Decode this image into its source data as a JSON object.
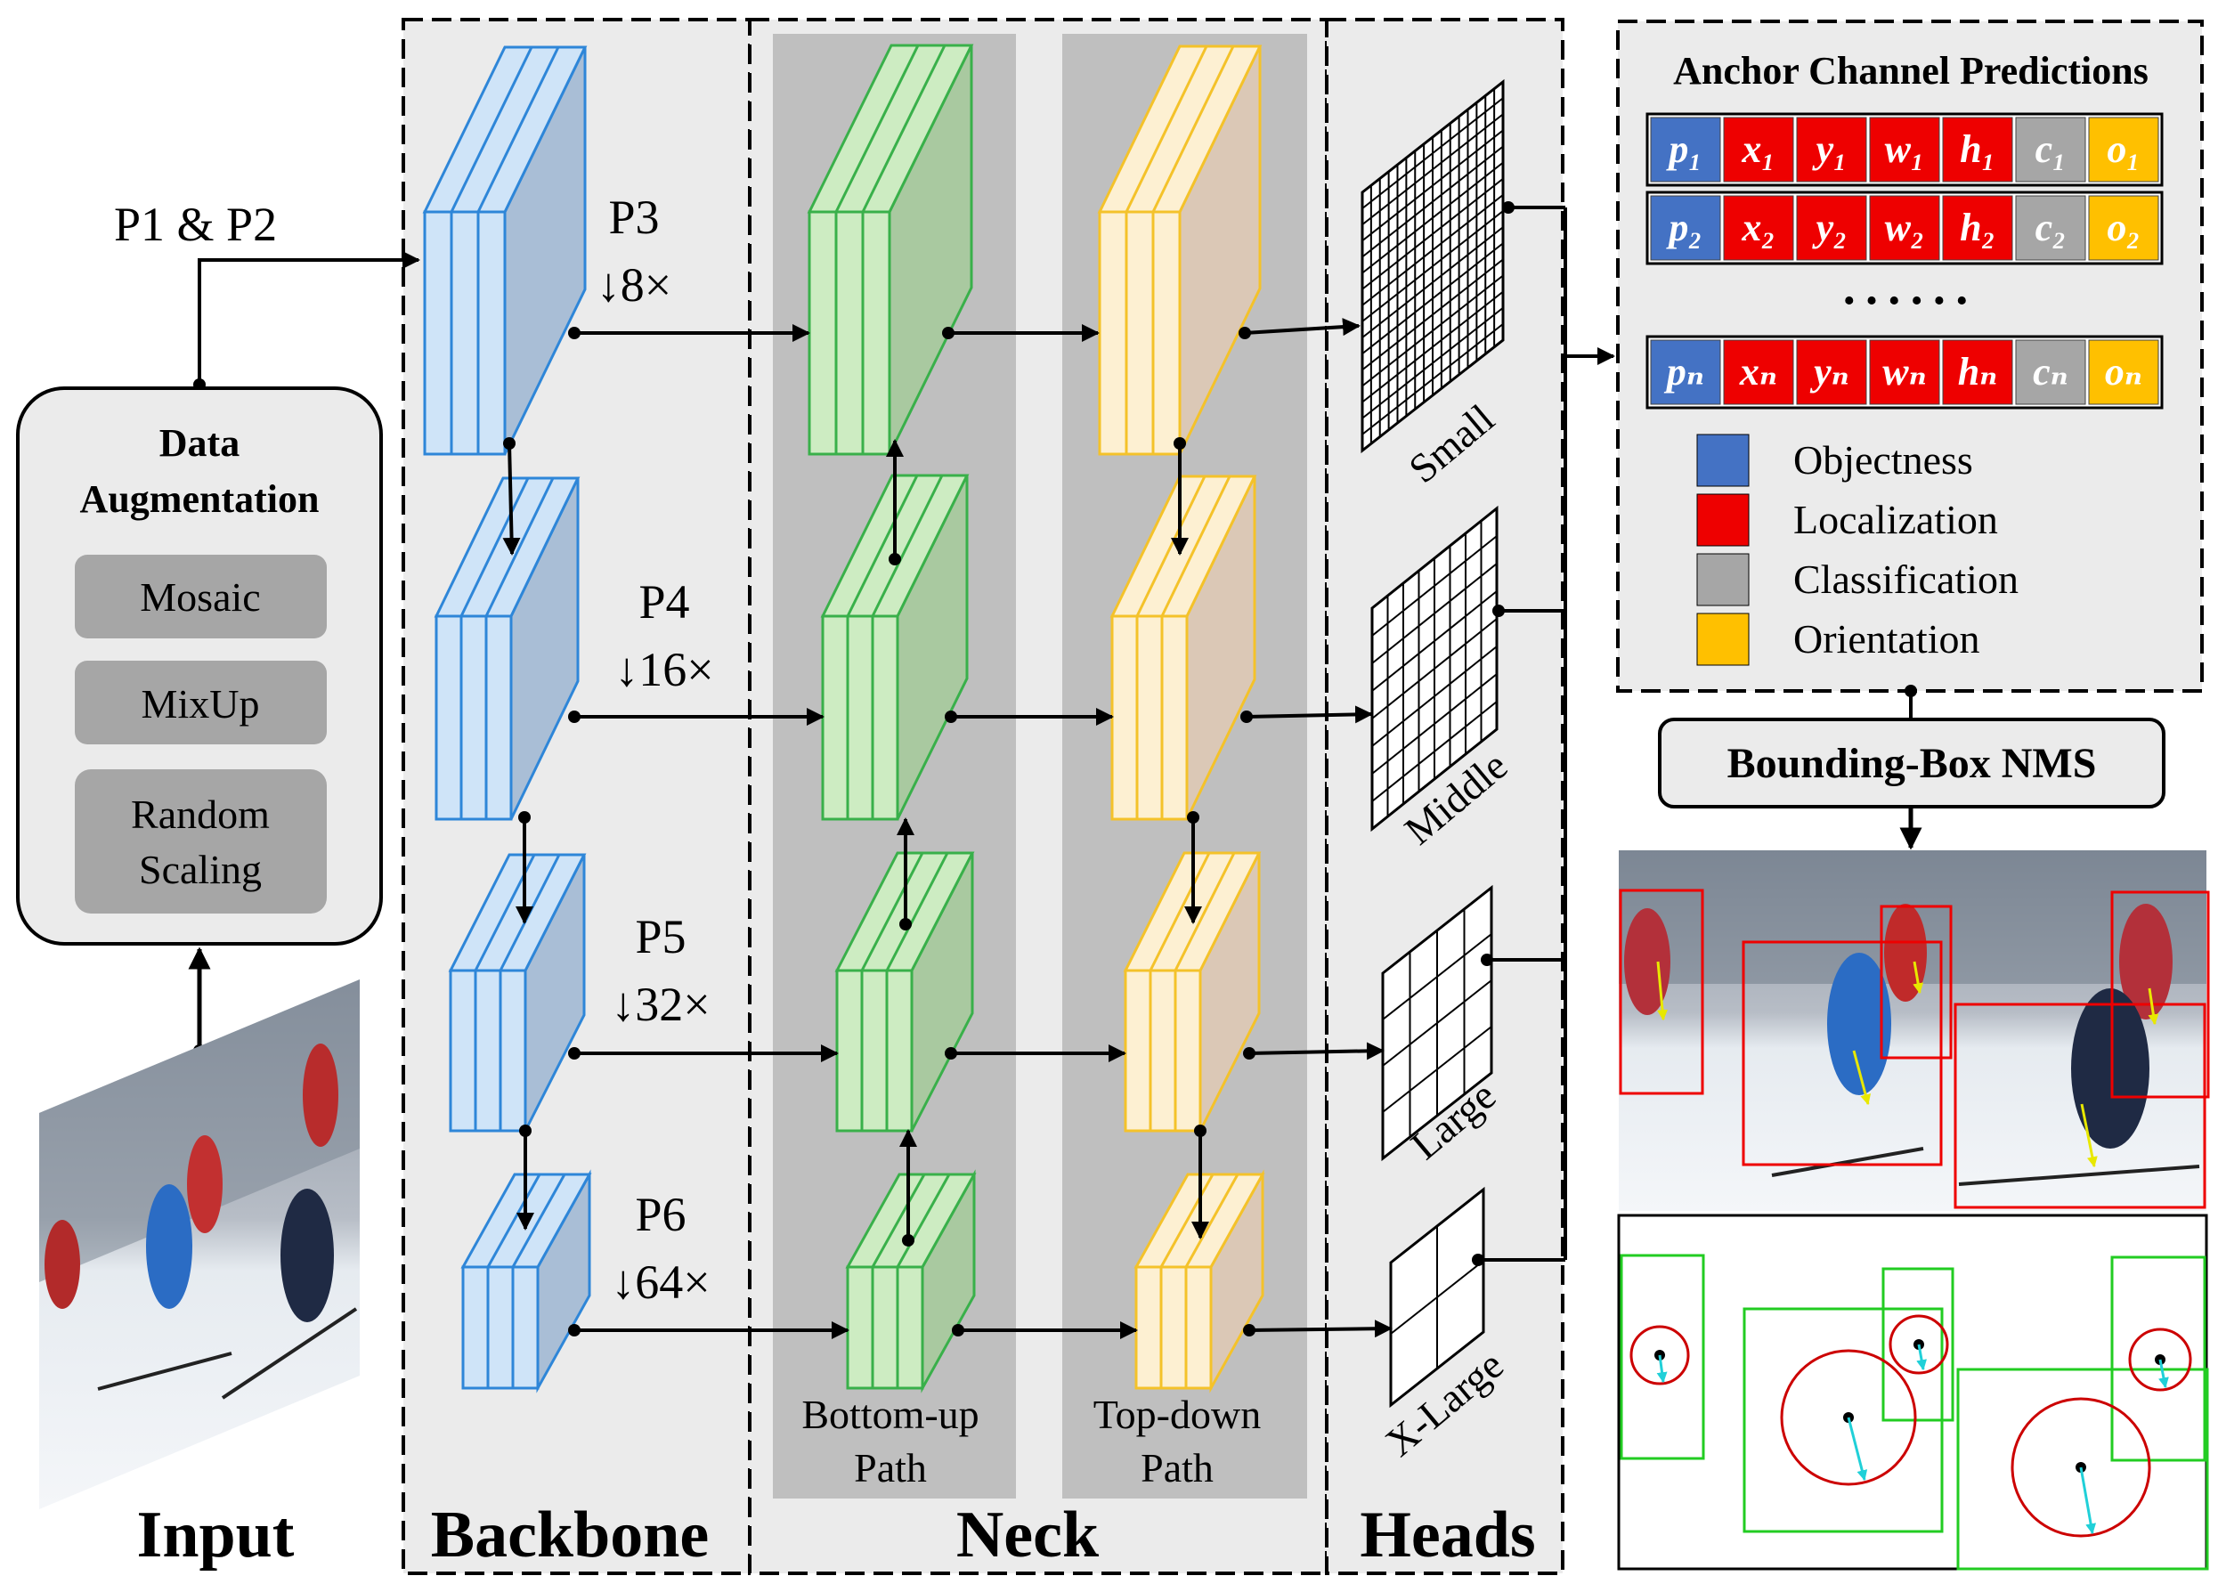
{
  "input": {
    "title": "Input",
    "connector_label": "P1 & P2"
  },
  "augmentation": {
    "title_line1": "Data",
    "title_line2": "Augmentation",
    "items": [
      "Mosaic",
      "MixUp",
      "Random",
      "Scaling"
    ]
  },
  "backbone": {
    "title": "Backbone",
    "levels": [
      {
        "name": "P3",
        "stride": "↓8×"
      },
      {
        "name": "P4",
        "stride": "↓16×"
      },
      {
        "name": "P5",
        "stride": "↓32×"
      },
      {
        "name": "P6",
        "stride": "↓64×"
      }
    ]
  },
  "neck": {
    "title": "Neck",
    "bottom_up_line1": "Bottom-up",
    "bottom_up_line2": "Path",
    "top_down_line1": "Top-down",
    "top_down_line2": "Path"
  },
  "heads": {
    "title": "Heads",
    "labels": [
      "Small",
      "Middle",
      "Large",
      "X-Large"
    ]
  },
  "predictions": {
    "title": "Anchor Channel Predictions",
    "rows": [
      [
        "p₁",
        "x₁",
        "y₁",
        "w₁",
        "h₁",
        "c₁",
        "o₁"
      ],
      [
        "p₂",
        "x₂",
        "y₂",
        "w₂",
        "h₂",
        "c₂",
        "o₂"
      ],
      [
        "pₙ",
        "xₙ",
        "yₙ",
        "wₙ",
        "hₙ",
        "cₙ",
        "oₙ"
      ]
    ],
    "ellipsis": "••••••",
    "legend": [
      {
        "label": "Objectness",
        "color": "#4472c4"
      },
      {
        "label": "Localization",
        "color": "#ee0000"
      },
      {
        "label": "Classification",
        "color": "#a6a6a6"
      },
      {
        "label": "Orientation",
        "color": "#ffc000"
      }
    ]
  },
  "nms": {
    "label": "Bounding-Box NMS"
  },
  "colors": {
    "backbone_front": "#cfe4f8",
    "backbone_side": "#a9bed6",
    "backbone_stroke": "#2e86d8",
    "bottomup_front": "#cdecc2",
    "bottomup_side": "#a9c9a0",
    "bottomup_stroke": "#39b04a",
    "topdown_front": "#fdf0d2",
    "topdown_side": "#dbc8b6",
    "topdown_stroke": "#f4c22a",
    "section_bg": "#ebebeb",
    "neck_band": "#bfbfbf",
    "aug_item": "#a6a6a6",
    "pred_box": "#ee0000",
    "center_box": "#22cc22",
    "center_circle": "#cc0000",
    "orientation_arrow": "#20d0d8"
  }
}
